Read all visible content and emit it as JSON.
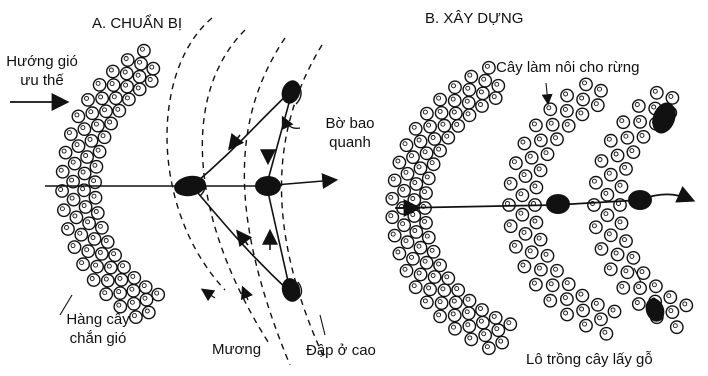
{
  "panel_a": {
    "title": "A. CHUẨN BỊ",
    "wind_line1": "Hướng gió",
    "wind_line2": "ưu thế",
    "border_line1": "Bờ bao",
    "border_line2": "quanh",
    "windbreak_line1": "Hàng cây",
    "windbreak_line2": "chắn gió",
    "ditch": "Mương",
    "high_dam": "Đập ở cao"
  },
  "panel_b": {
    "title": "B. XÂY DỰNG",
    "nurse_trees": "Cây làm nôi cho rừng",
    "timber_lots": "Lô trồng cây lấy gỗ"
  },
  "colors": {
    "ink": "#111111",
    "background": "#ffffff"
  }
}
